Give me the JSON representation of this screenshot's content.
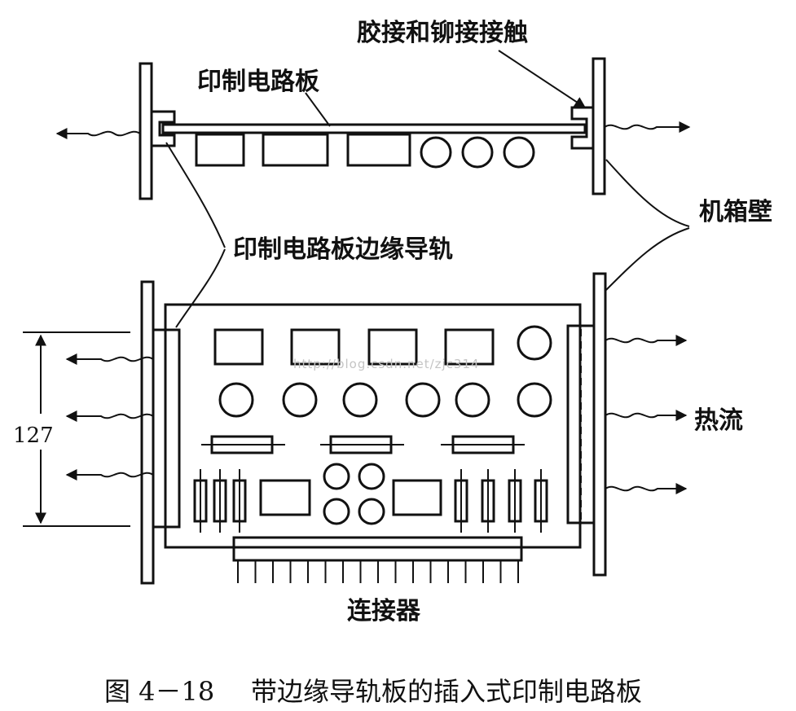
{
  "labels": {
    "glue_rivet_contact": "胶接和铆接接触",
    "pcb": "印制电路板",
    "chassis_wall": "机箱壁",
    "pcb_edge_guide": "印制电路板边缘导轨",
    "heat_flow": "热流",
    "dimension": "127",
    "connector": "连接器"
  },
  "watermark": "http://blog.csdn.net/zjc314",
  "caption": {
    "number": "图 4－18",
    "title": "带边缘导轨板的插入式印制电路板"
  }
}
